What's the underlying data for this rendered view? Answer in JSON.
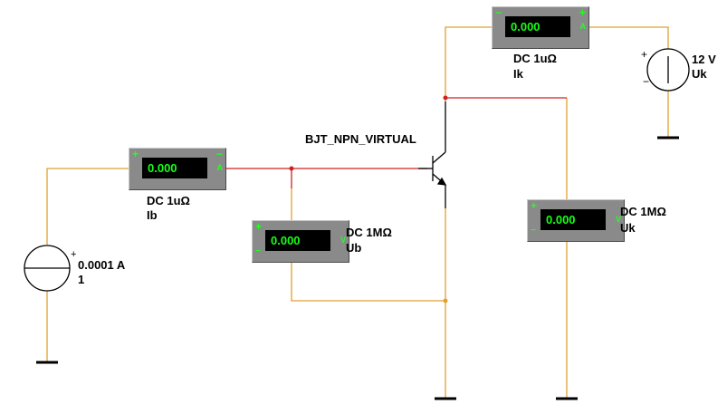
{
  "transistor": {
    "label": "BJT_NPN_VIRTUAL"
  },
  "current_source": {
    "value": "0.0001 A",
    "name": "1"
  },
  "voltage_source": {
    "value": "12 V",
    "name": "Uk"
  },
  "meters": {
    "ib": {
      "reading": "0.000",
      "mode_label": "DC  1uΩ",
      "name": "Ib",
      "mode_icon": "A"
    },
    "ik": {
      "reading": "0.000",
      "mode_label": "DC  1uΩ",
      "name": "Ik",
      "mode_icon": "A"
    },
    "ub": {
      "reading": "0.000",
      "mode_label": "DC  1MΩ",
      "name": "Ub",
      "mode_icon": "V"
    },
    "uk": {
      "reading": "0.000",
      "mode_label": "DC  1MΩ",
      "name": "Uk",
      "mode_icon": "V"
    }
  },
  "colors": {
    "wire_orange": "#e0a030",
    "wire_red": "#d02020",
    "junction": "#d02020"
  }
}
